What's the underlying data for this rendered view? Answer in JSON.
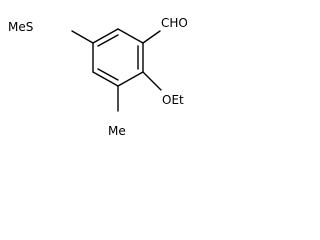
{
  "molecule": {
    "labels": {
      "methylthio": "MeS",
      "aldehyde": "CHO",
      "ethoxy": "OEt",
      "methyl": "Me"
    }
  }
}
